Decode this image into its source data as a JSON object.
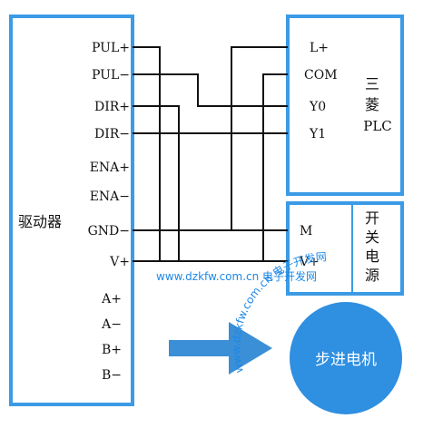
{
  "colors": {
    "box_border": "#3b9be6",
    "wire": "#111111",
    "arrow": "#3b8fd6",
    "motor": "#2f8fe0",
    "watermark": "#1e88e5"
  },
  "driver": {
    "title": "驱动器",
    "pins": [
      "PUL+",
      "PUL−",
      "DIR+",
      "DIR−",
      "ENA+",
      "ENA−",
      "GND−",
      "V+",
      "A+",
      "A−",
      "B+",
      "B−"
    ]
  },
  "plc": {
    "title_line1": "三",
    "title_line2": "菱",
    "title_line3": "PLC",
    "pins": [
      "L+",
      "COM",
      "Y0",
      "Y1"
    ]
  },
  "psu": {
    "title_chars": [
      "开",
      "关",
      "电",
      "源"
    ],
    "pins": [
      "M",
      "V+"
    ]
  },
  "motor": {
    "label": "步进电机"
  },
  "watermarks": {
    "horizontal": "www.dzkfw.com.cn 电子开发网",
    "arc": "www.dzkfw.com.cn 电子开发网"
  }
}
